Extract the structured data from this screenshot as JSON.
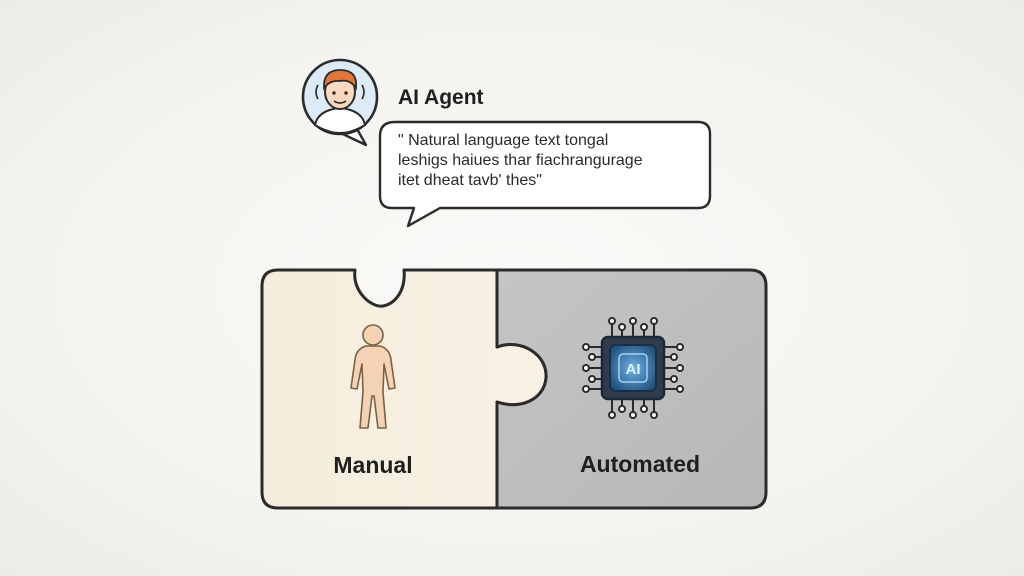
{
  "agent": {
    "title": "AI Agent",
    "bubble_lines": [
      "\" Natural language text tongal",
      "leshigs haiues thar fiachrangurage",
      "itet dheat tavb' thes\""
    ]
  },
  "pieces": {
    "manual": {
      "label": "Manual",
      "icon": "human-figure-icon"
    },
    "automated": {
      "label": "Automated",
      "icon": "ai-chip-icon",
      "chip_text": "AI"
    }
  },
  "colors": {
    "manual_fill": "#f6eddd",
    "automated_fill": "#bdbdbd",
    "outline": "#2b2b2b",
    "avatar_bg": "#dcebf6",
    "chip_blue": "#3f7fb6"
  }
}
